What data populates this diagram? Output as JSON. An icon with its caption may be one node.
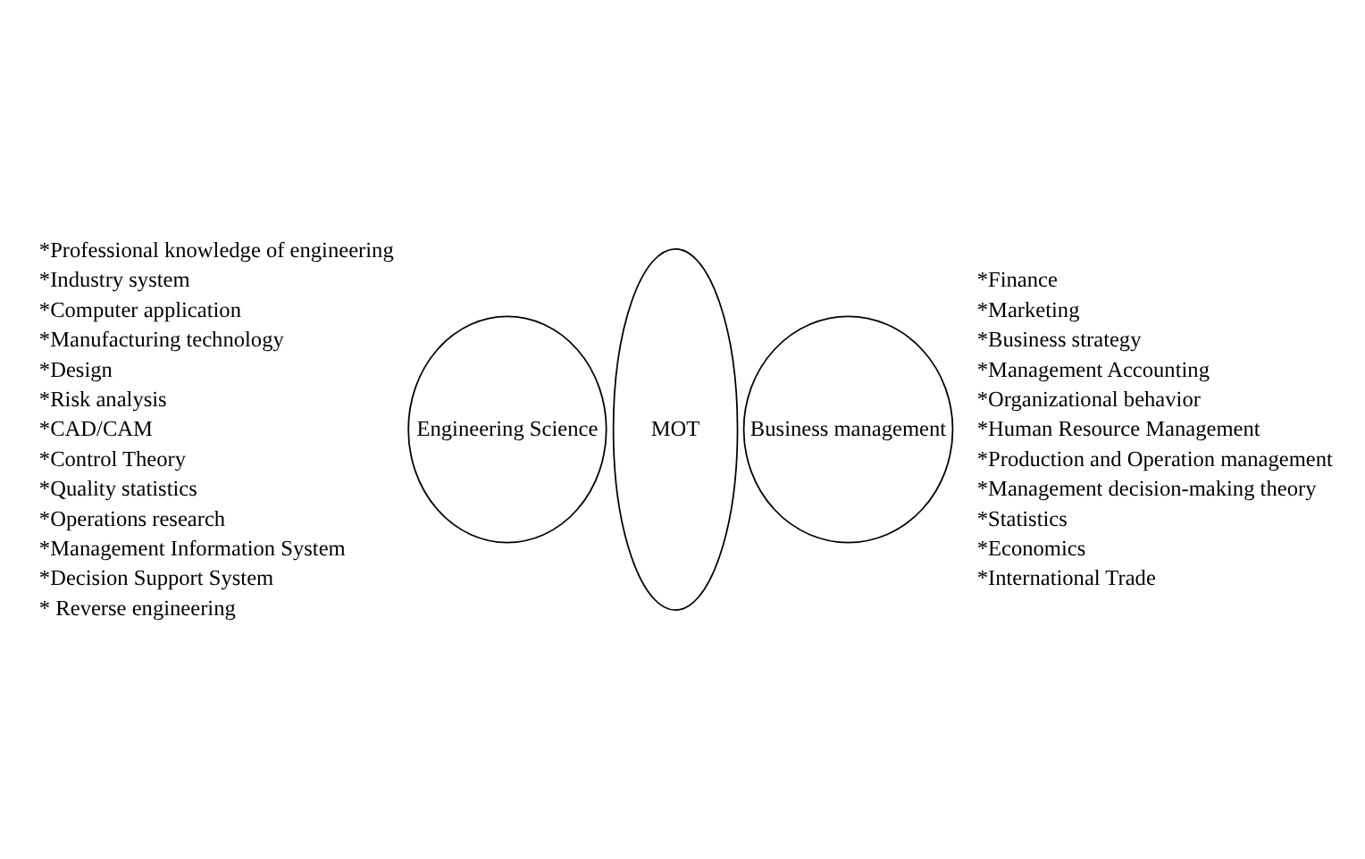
{
  "diagram": {
    "nodes": [
      {
        "text": [
          "Engineering Science"
        ]
      },
      {
        "text": [
          "MOT"
        ]
      },
      {
        "text": [
          "Business management"
        ]
      }
    ],
    "edges": [],
    "labels": [
      "*Professional knowledge of engineering",
      "*Industry system",
      "*Computer application",
      "*Manufacturing technology",
      "*Design",
      "*Risk analysis",
      "*CAD/CAM",
      "*Control Theory",
      "*Quality statistics",
      "*Operations research",
      "*Management Information System",
      "*Decision Support System",
      "* Reverse engineering",
      "*Finance",
      "*Marketing",
      "*Business strategy",
      "*Management Accounting",
      "*Organizational behavior",
      "*Human Resource Management",
      "*Production and Operation management",
      "*Management decision-making theory",
      "*Statistics",
      "*Economics",
      "*International Trade"
    ]
  }
}
